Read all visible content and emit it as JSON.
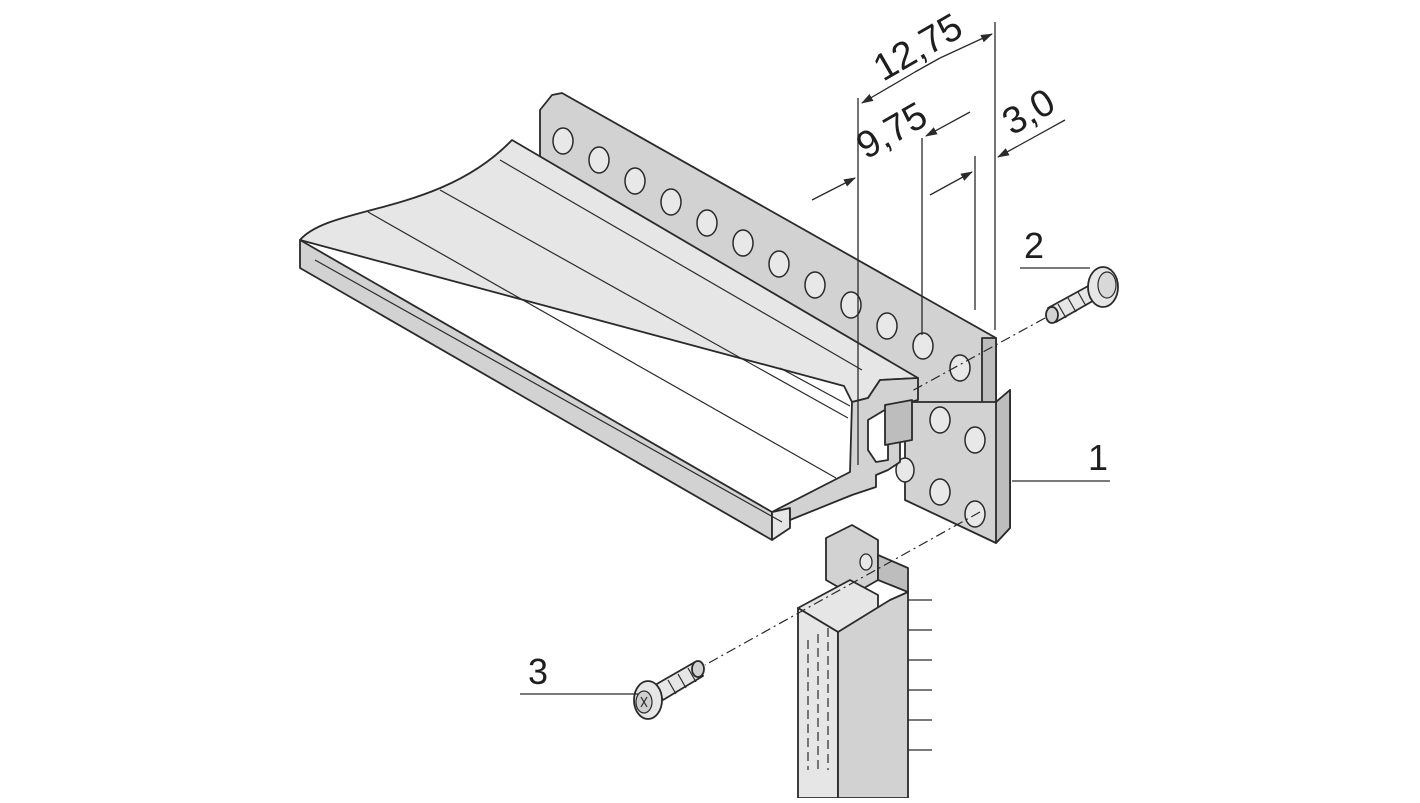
{
  "dimensions": {
    "overall": "12,75",
    "inner": "9,75",
    "thickness": "3,0"
  },
  "callouts": {
    "part1": "1",
    "part2": "2",
    "part3": "3"
  },
  "colors": {
    "part_fill_light": "#e6e6e6",
    "part_fill_mid": "#d2d2d2",
    "part_fill_dark": "#bdbdbd",
    "line": "#2a2a2a",
    "background": "#ffffff"
  }
}
